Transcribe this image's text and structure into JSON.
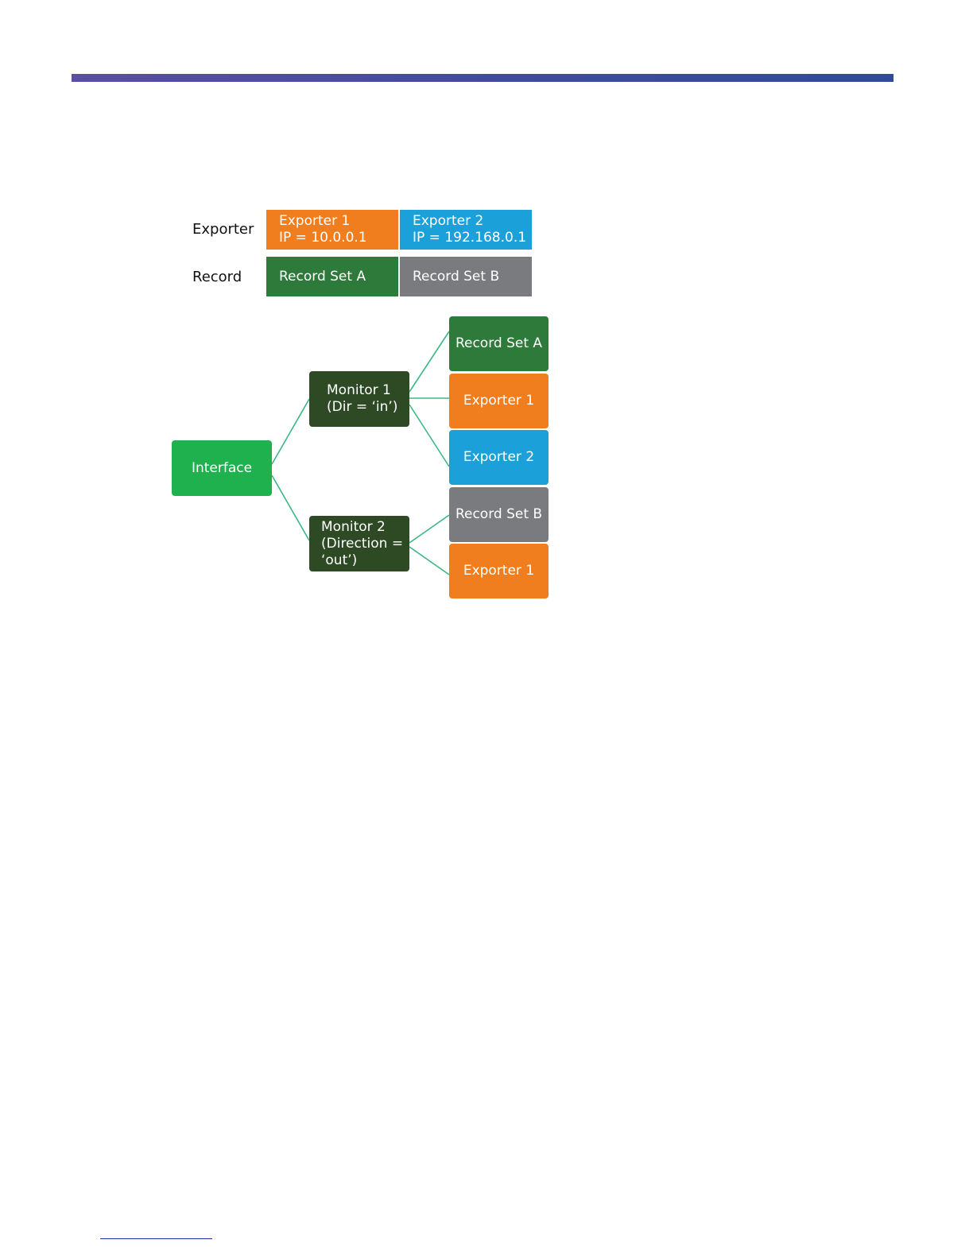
{
  "colors": {
    "orange": "#f07d1e",
    "blue": "#1ba0da",
    "dark_green": "#2d7a3a",
    "gray": "#7a7b7e",
    "bright_green": "#1fb14d",
    "monitor_green": "#2e4a25",
    "connector": "#3cb883"
  },
  "legend": {
    "exporter_label": "Exporter",
    "record_label": "Record",
    "exporter1": {
      "line1": "Exporter 1",
      "line2": "IP = 10.0.0.1"
    },
    "exporter2": {
      "line1": "Exporter 2",
      "line2": "IP = 192.168.0.1"
    },
    "record_set_a": "Record Set A",
    "record_set_b": "Record Set B"
  },
  "tree": {
    "interface": "Interface",
    "monitor1": {
      "line1": "Monitor 1",
      "line2": "(Dir = ‘in’)"
    },
    "monitor2": {
      "line1": "Monitor 2",
      "line2": "(Direction =",
      "line3": "‘out’)"
    },
    "m1_children": [
      "Record Set A",
      "Exporter 1",
      "Exporter 2"
    ],
    "m2_children": [
      "Record Set B",
      "Exporter 1"
    ]
  }
}
